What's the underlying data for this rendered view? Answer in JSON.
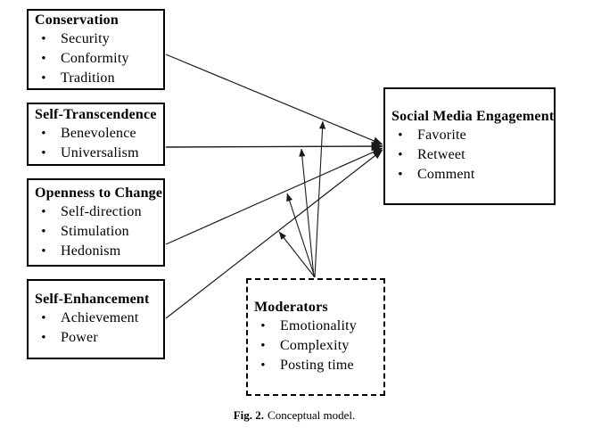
{
  "caption": {
    "label": "Fig. 2.",
    "text": "Conceptual model."
  },
  "glyphs": {
    "bullet": "•"
  },
  "colors": {
    "background": "#ffffff",
    "box_border": "#000000",
    "text": "#000000",
    "arrow": "#1a1a1a"
  },
  "boxes": [
    {
      "id": "conservation",
      "title": "Conservation",
      "border": "solid",
      "items": [
        "Security",
        "Conformity",
        "Tradition"
      ]
    },
    {
      "id": "self-transcendence",
      "title": "Self-Transcendence",
      "border": "solid",
      "items": [
        "Benevolence",
        "Universalism"
      ]
    },
    {
      "id": "openness-to-change",
      "title": "Openness to Change",
      "border": "solid",
      "items": [
        "Self-direction",
        "Stimulation",
        "Hedonism"
      ]
    },
    {
      "id": "self-enhancement",
      "title": "Self-Enhancement",
      "border": "solid",
      "items": [
        "Achievement",
        "Power"
      ]
    },
    {
      "id": "social-media-engagement",
      "title": "Social Media Engagement",
      "border": "solid",
      "items": [
        "Favorite",
        "Retweet",
        "Comment"
      ]
    },
    {
      "id": "moderators",
      "title": "Moderators",
      "border": "dashed",
      "items": [
        "Emotionality",
        "Complexity",
        "Posting time"
      ]
    }
  ],
  "edges": {
    "direct": [
      {
        "from": "Conservation",
        "to": "Social Media Engagement"
      },
      {
        "from": "Self-Transcendence",
        "to": "Social Media Engagement"
      },
      {
        "from": "Openness to Change",
        "to": "Social Media Engagement"
      },
      {
        "from": "Self-Enhancement",
        "to": "Social Media Engagement"
      }
    ],
    "moderating": [
      {
        "from": "Moderators",
        "targets_path": "Conservation → Social Media Engagement"
      },
      {
        "from": "Moderators",
        "targets_path": "Self-Transcendence → Social Media Engagement"
      },
      {
        "from": "Moderators",
        "targets_path": "Openness to Change → Social Media Engagement"
      },
      {
        "from": "Moderators",
        "targets_path": "Self-Enhancement → Social Media Engagement"
      }
    ]
  }
}
